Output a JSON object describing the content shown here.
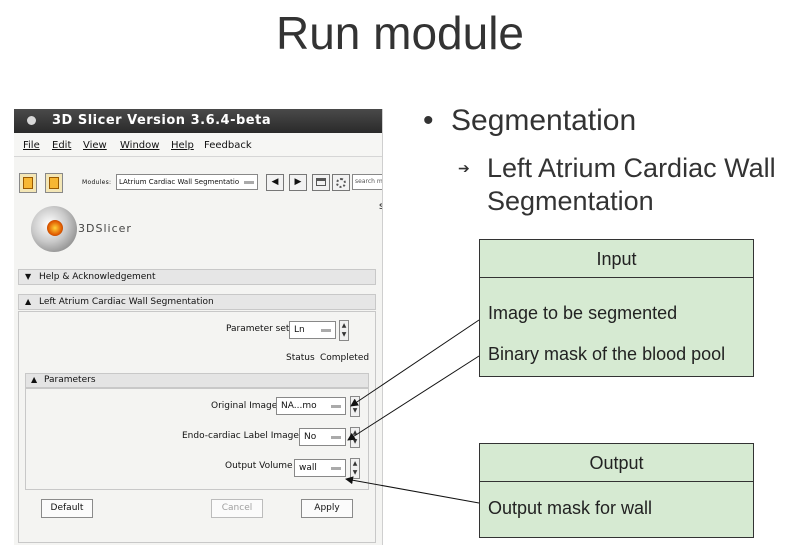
{
  "slide": {
    "title": "Run module",
    "bullet_char": "•",
    "bullet": "Segmentation",
    "sub_arrow": "➔",
    "sub_bullet": "Left Atrium Cardiac Wall Segmentation"
  },
  "input_box": {
    "title": "Input",
    "lines": [
      "Image to be segmented",
      "Binary mask of the blood pool"
    ]
  },
  "output_box": {
    "title": "Output",
    "lines": [
      "Output mask for wall"
    ]
  },
  "window": {
    "title": "3D Slicer Version 3.6.4-beta",
    "menu": [
      "File",
      "Edit",
      "View",
      "Window",
      "Help",
      "Feedback"
    ],
    "modules_label": "Modules:",
    "module_value": "LAtrium Cardiac Wall Segmentatio",
    "search_placeholder": "search m",
    "logo_text": "3DSlicer",
    "scroll_marker": "s",
    "sections": {
      "help": "Help & Acknowledgement",
      "module": "Left Atrium Cardiac Wall Segmentation",
      "parameters": "Parameters"
    },
    "parameter_set_label": "Parameter set",
    "parameter_set_value": "Ln",
    "status_label": "Status",
    "status_value": "Completed",
    "fields": {
      "original_image_label": "Original Image",
      "original_image_value": "NA...mo",
      "endo_label": "Endo-cardiac Label Image",
      "endo_value": "No",
      "output_label": "Output Volume",
      "output_value": "wall"
    },
    "buttons": {
      "default": "Default",
      "cancel": "Cancel",
      "apply": "Apply"
    },
    "nav": {
      "prev": "◀",
      "next": "▶"
    },
    "spin_up": "▲",
    "spin_down": "▼",
    "tri_down": "▼",
    "tri_up": "▲"
  },
  "colors": {
    "box_fill": "#d6ead2",
    "title_text": "#333333",
    "window_title_bar": "#2a2a2a"
  }
}
